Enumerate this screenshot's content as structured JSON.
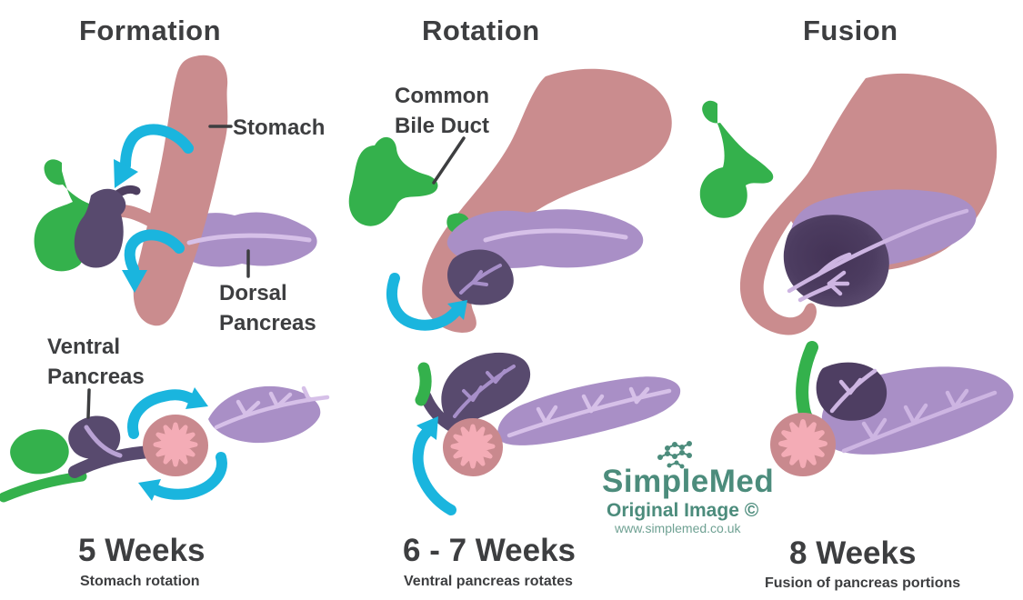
{
  "panels": [
    {
      "id": "formation",
      "heading": "Formation",
      "week": "5 Weeks",
      "caption": "Stomach rotation"
    },
    {
      "id": "rotation",
      "heading": "Rotation",
      "week": "6 - 7 Weeks",
      "caption": "Ventral pancreas rotates"
    },
    {
      "id": "fusion",
      "heading": "Fusion",
      "week": "8 Weeks",
      "caption": "Fusion of pancreas portions"
    }
  ],
  "labels": {
    "stomach": "Stomach",
    "common_bile_duct_lines": [
      "Common",
      "Bile Duct"
    ],
    "dorsal_pancreas_lines": [
      "Dorsal",
      "Pancreas"
    ],
    "ventral_pancreas_lines": [
      "Ventral",
      "Pancreas"
    ]
  },
  "watermark": {
    "brand": "SimpleMed",
    "type": "Original Image ©",
    "url": "www.simplemed.co.uk"
  },
  "icons": {
    "simplemed_molecule": "connected-dots-molecule"
  },
  "colors": {
    "stomach_pink": "#ca8c8e",
    "dorsal_pancreas_purple": "#a98fc6",
    "pancreatic_duct_light": "#d6c0e8",
    "ventral_pancreas_dark_purple": "#584a6e",
    "bile_duct_green": "#34b14c",
    "rotation_arrow_cyan": "#1ab5de",
    "duodenum_pink": "#c9898e",
    "duodenum_lumen_pink": "#f4acb6",
    "label_text": "#3d3e40",
    "brand_teal": "#4c8c7c"
  }
}
